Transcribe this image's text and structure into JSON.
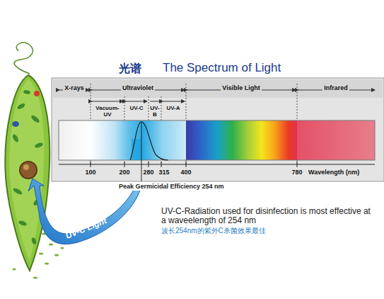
{
  "diagram": {
    "title": "The Spectrum of Light",
    "labels": [
      "光谱",
      "X-rays",
      "Ultraviolet",
      "Visible Light",
      "Infrared",
      "Vacuum-UV",
      "UV-C",
      "UV-B",
      "UV-A",
      "100",
      "200",
      "280",
      "315",
      "400",
      "780",
      "Wavelength (nm)",
      "Peak Germicidal Efficiency 254 nm",
      "UV-C-Radiation used for disinfection is most effective at a waveelength of 254 nm",
      "波长254nm的紫外C杀菌效果最佳",
      "UV-C Light"
    ]
  }
}
